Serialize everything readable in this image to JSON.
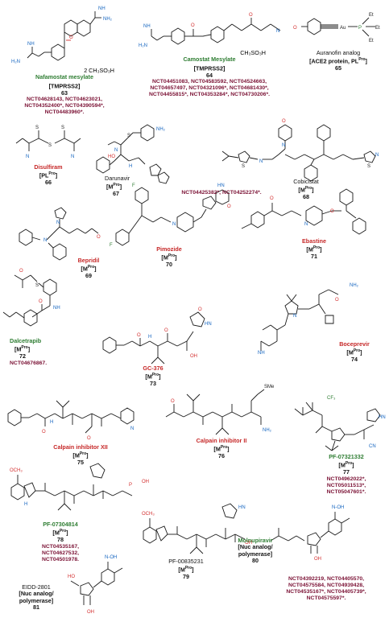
{
  "compounds": [
    {
      "id": "63",
      "name": "Nafamostat mesylate",
      "name_color": "green",
      "target": "TMPRSS2",
      "target_sup": "",
      "salt": "2 CH₃SO₃H",
      "nct": "NCT04628143, NCT04623021,\nNCT04352400*, NCT04390594*,\nNCT04483960*."
    },
    {
      "id": "64",
      "name": "Camostat Mesylate",
      "name_color": "green",
      "target": "TMPRSS2",
      "target_sup": "",
      "salt": "CH₃SO₃H",
      "nct": "NCT04451083, NCT04583592, NCT04524663,\nNCT04657497, NCT04321096*, NCT04681430*,\nNCT04455815*, NCT04353284*, NCT04730206*."
    },
    {
      "id": "65",
      "name": "Auranofin analog",
      "name_color": "dark",
      "target": "ACE2 protein, PL",
      "target_sup": "Pro",
      "salt": "",
      "nct": ""
    },
    {
      "id": "66",
      "name": "Disulfiram",
      "name_color": "red",
      "target": "PL",
      "target_sup": "Pro",
      "salt": "",
      "nct": ""
    },
    {
      "id": "67",
      "name": "Darunavir",
      "name_color": "dark",
      "target": "M",
      "target_sup": "Pro",
      "salt": "",
      "nct": "NCT04425382*, NCT04252274*."
    },
    {
      "id": "68",
      "name": "Cobicistat",
      "name_color": "dark",
      "target": "M",
      "target_sup": "Pro",
      "salt": "",
      "nct": ""
    },
    {
      "id": "69",
      "name": "Bepridil",
      "name_color": "red",
      "target": "M",
      "target_sup": "Pro",
      "salt": "",
      "nct": ""
    },
    {
      "id": "70",
      "name": "Pimozide",
      "name_color": "red",
      "target": "M",
      "target_sup": "Pro",
      "salt": "",
      "nct": ""
    },
    {
      "id": "71",
      "name": "Ebastine",
      "name_color": "red",
      "target": "M",
      "target_sup": "Pro",
      "salt": "",
      "nct": ""
    },
    {
      "id": "72",
      "name": "Dalcetrapib",
      "name_color": "green",
      "target": "M",
      "target_sup": "Pro",
      "salt": "",
      "nct": "NCT04676867."
    },
    {
      "id": "73",
      "name": "GC-376",
      "name_color": "red",
      "target": "M",
      "target_sup": "Pro",
      "salt": "",
      "nct": ""
    },
    {
      "id": "74",
      "name": "Boceprevir",
      "name_color": "red",
      "target": "M",
      "target_sup": "Pro",
      "salt": "",
      "nct": ""
    },
    {
      "id": "75",
      "name": "Calpain inhibitor XII",
      "name_color": "red",
      "target": "M",
      "target_sup": "Pro",
      "salt": "",
      "nct": ""
    },
    {
      "id": "76",
      "name": "Calpain inhibitor II",
      "name_color": "red",
      "target": "M",
      "target_sup": "Pro",
      "salt": "",
      "nct": ""
    },
    {
      "id": "77",
      "name": "PF-07321332",
      "name_color": "green",
      "target": "M",
      "target_sup": "Pro",
      "salt": "",
      "nct": "NCT04962022*,\nNCT05011513*,\nNCT05047601*."
    },
    {
      "id": "78",
      "name": "PF-07304814",
      "name_color": "green",
      "target": "M",
      "target_sup": "Pro",
      "salt": "",
      "nct": "NCT04535167,\nNCT04627532,\nNCT04501978."
    },
    {
      "id": "79",
      "name": "PF-00835231",
      "name_color": "dark",
      "target": "M",
      "target_sup": "Pro",
      "salt": "",
      "nct": ""
    },
    {
      "id": "80",
      "name": "Molnupiravir",
      "name_color": "green",
      "target": "Nuc analog/\npolymerase",
      "target_sup": "",
      "salt": "",
      "nct": "NCT04392219, NCT04405570,\nNCT04575584, NCT04939428,\nNCT04535167*, NCT04405739*,\nNCT04575597*."
    },
    {
      "id": "81",
      "name": "EIDD-2801",
      "name_color": "dark",
      "target": "Nuc analog/\npolymerase",
      "target_sup": "",
      "salt": "",
      "nct": ""
    }
  ],
  "atoms": {
    "nh2": "NH₂",
    "nh": "NH",
    "hn": "HN",
    "h2n": "H₂N",
    "o": "O",
    "n": "N",
    "s": "S",
    "f": "F",
    "oh": "OH",
    "ho": "HO",
    "au": "Au",
    "p": "P",
    "et": "Et",
    "sme": "SMe",
    "cf3": "CF₃",
    "cn": "CN",
    "h": "H",
    "ome": "OCH₃",
    "nhoh": "N-OH"
  },
  "colors": {
    "green": "#2e7d32",
    "red": "#c62828",
    "nct": "#7b1235"
  }
}
